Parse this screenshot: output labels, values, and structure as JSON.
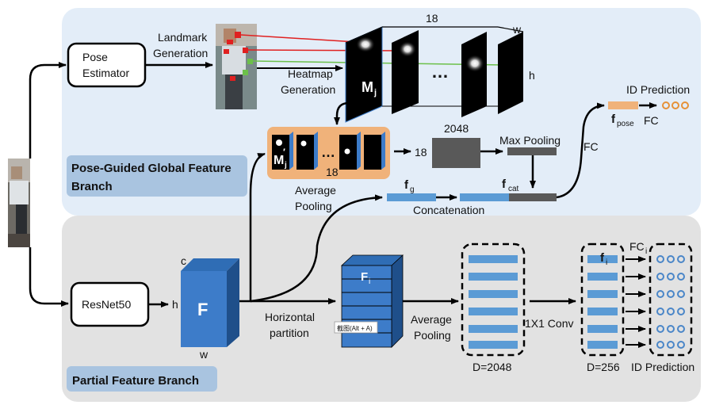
{
  "top_branch": {
    "label_line1": "Pose-Guided Global Feature",
    "label_line2": "Branch",
    "pose_estimator_line1": "Pose",
    "pose_estimator_line2": "Estimator",
    "landmark_line1": "Landmark",
    "landmark_line2": "Generation",
    "heatmap_line1": "Heatmap",
    "heatmap_line2": "Generation",
    "heatmap_count": "18",
    "heatmap_w": "w",
    "heatmap_h": "h",
    "heatmap_symbol": "M",
    "heatmap_sub": "j",
    "ellipsis": "…",
    "pooled_symbol": "M",
    "pooled_sub": "j",
    "pooled_prime": "′",
    "pooled_count": "18",
    "avg_pool_line1": "Average",
    "avg_pool_line2": "Pooling",
    "arrow_18": "18",
    "dim_2048": "2048",
    "max_pooling": "Max Pooling",
    "fc_label": "FC",
    "f_pose": "f",
    "f_pose_sub": "pose",
    "fc_after_pose": "FC",
    "id_prediction": "ID Prediction",
    "fg": "f",
    "fg_sub": "g",
    "fcat": "f",
    "fcat_sub": "cat",
    "concatenation": "Concatenation"
  },
  "bottom_branch": {
    "label": "Partial Feature Branch",
    "resnet": "ResNet50",
    "f_symbol": "F",
    "dim_c": "c",
    "dim_h": "h",
    "dim_w": "w",
    "horizontal_line1": "Horizontal",
    "horizontal_line2": "partition",
    "fi_symbol": "F",
    "fi_sub": "i",
    "tooltip": "截图(Alt + A)",
    "avg_pool_line1": "Average",
    "avg_pool_line2": "Pooling",
    "d2048": "D=2048",
    "conv": "1X1 Conv",
    "fi_small": "f",
    "fi_small_sub": "i",
    "d256": "D=256",
    "fci": "FC",
    "fci_sub": "i",
    "id_prediction": "ID Prediction"
  },
  "colors": {
    "top_bg": "#e3edf8",
    "bottom_bg": "#e2e2e2",
    "orange": "#f0b27a",
    "blue_bar": "#5b9bd5",
    "dark_bar": "#595959",
    "cube_front": "#3d7cc9",
    "label_box": "#a9c4e0"
  }
}
